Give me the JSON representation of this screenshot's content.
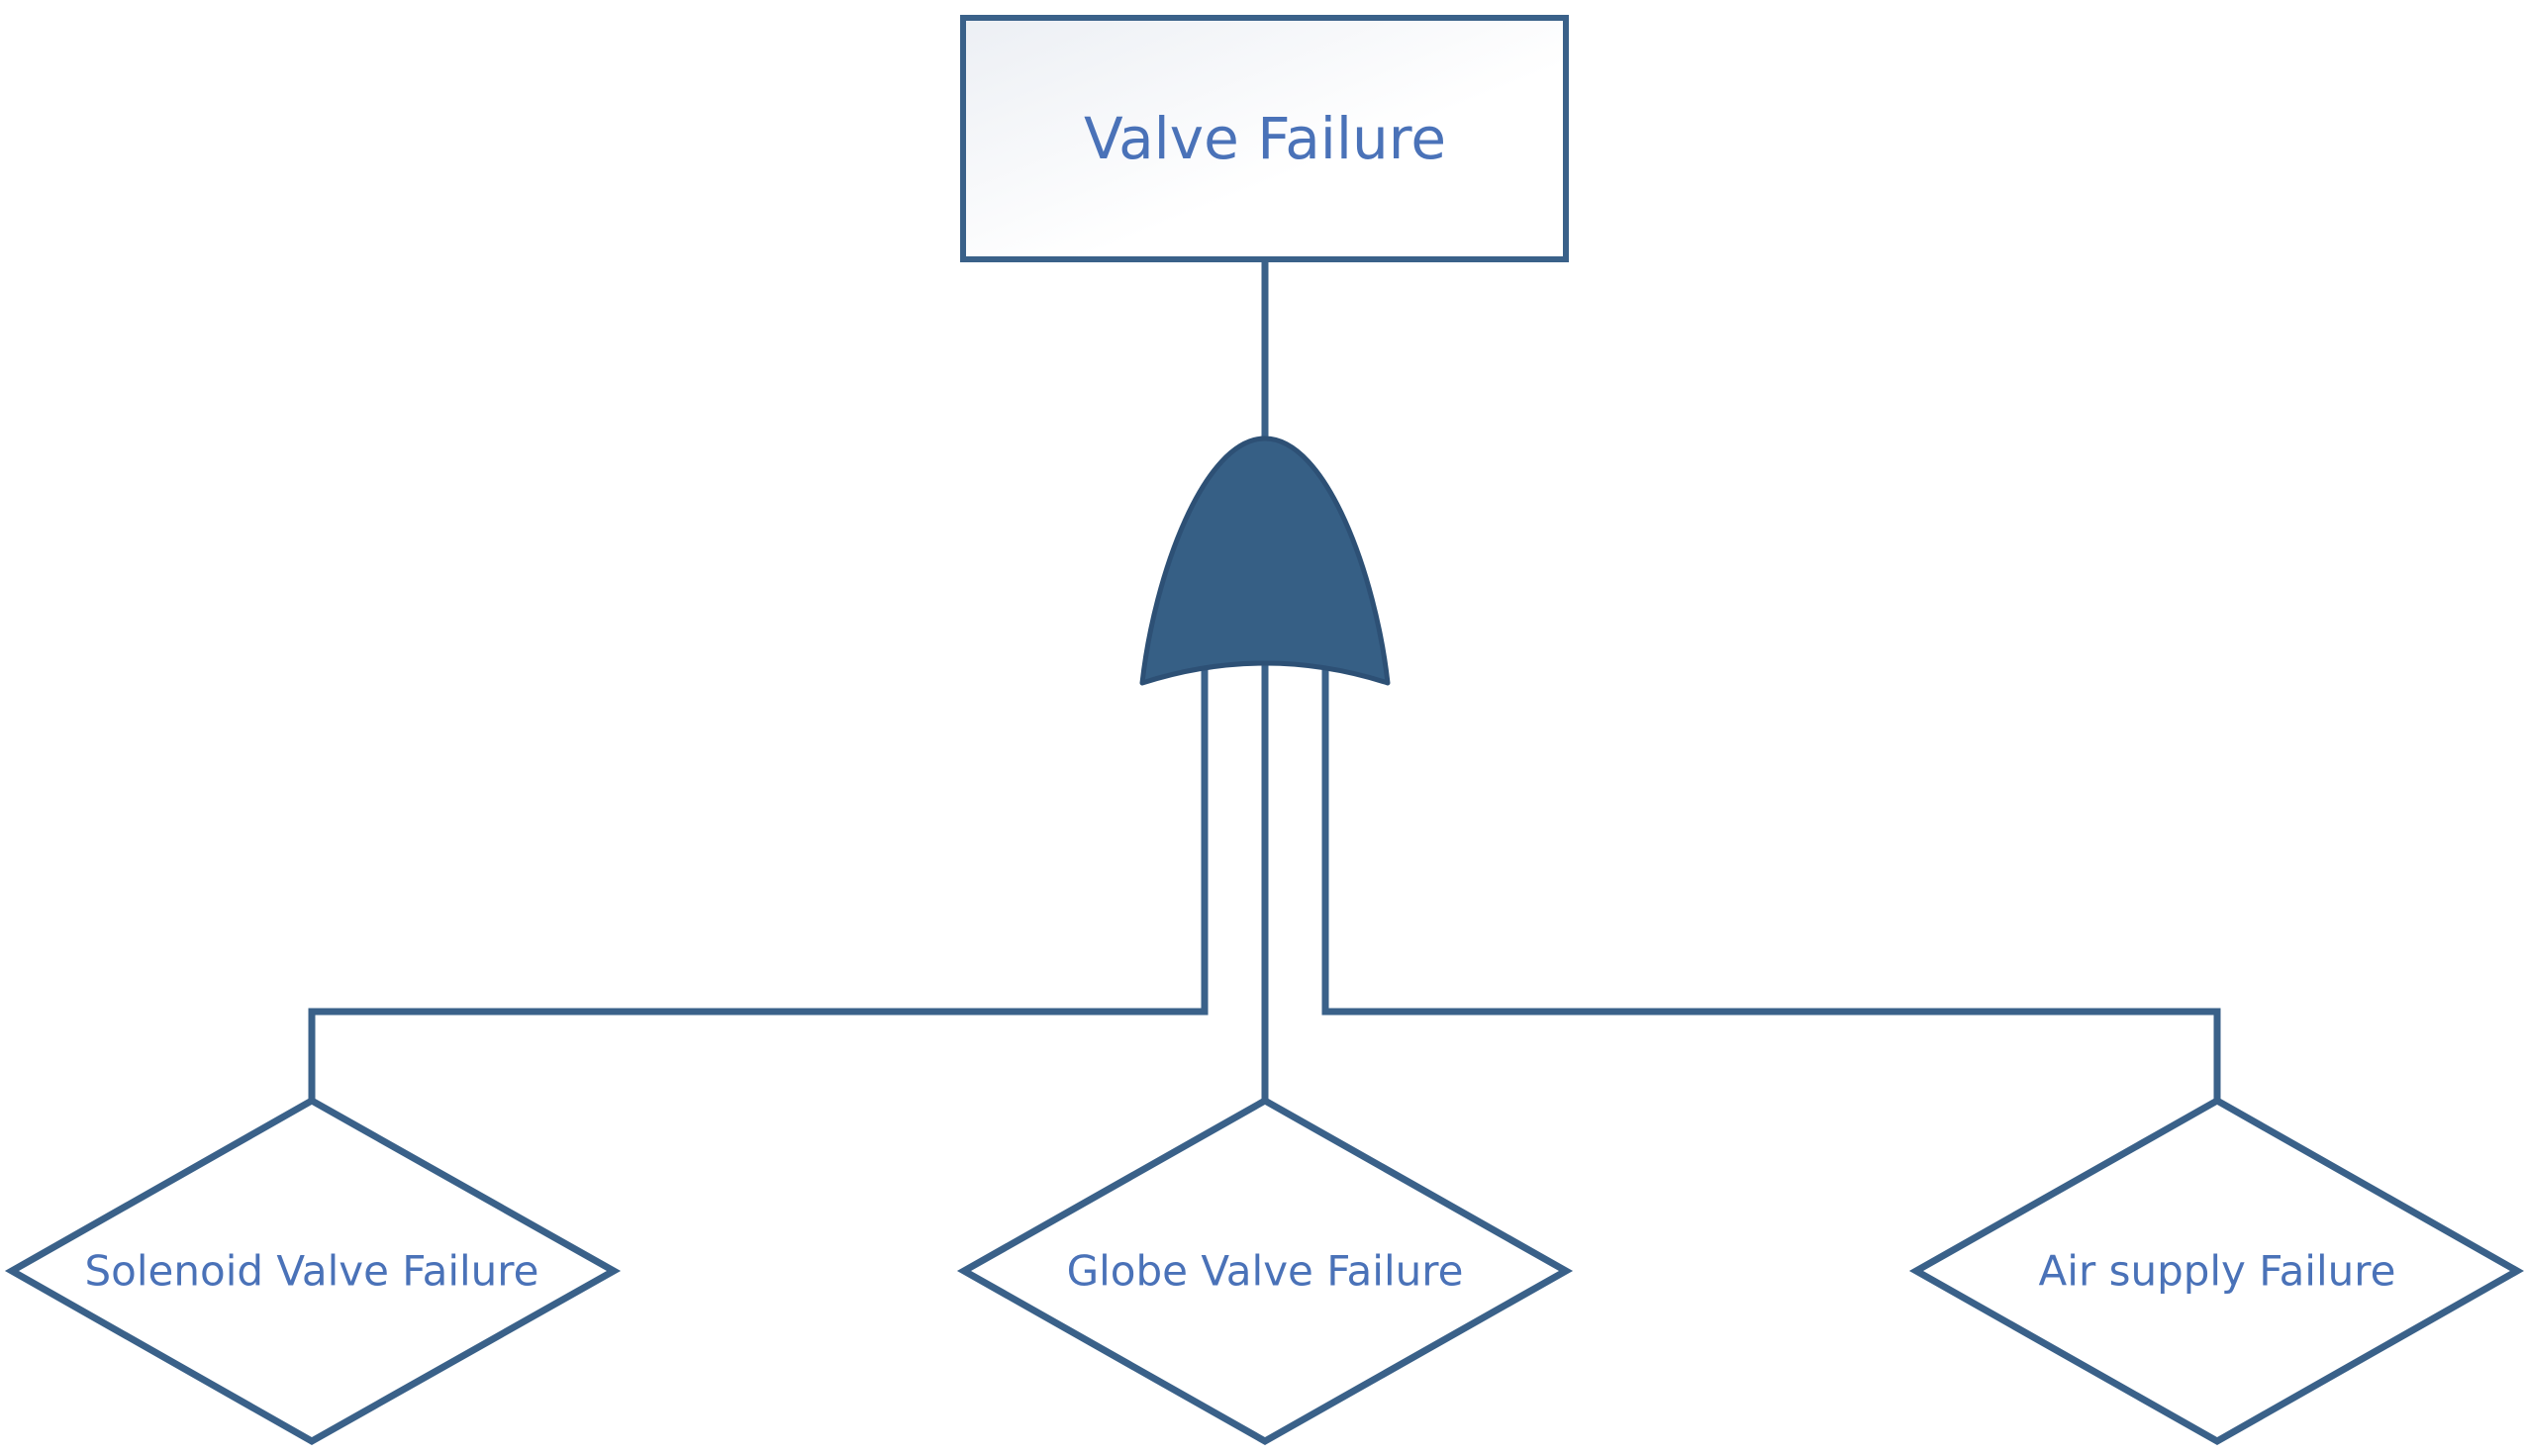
{
  "diagram": {
    "top_event": {
      "label": "Valve Failure"
    },
    "gate": {
      "type": "OR"
    },
    "basic_events": [
      {
        "label": "Solenoid Valve Failure"
      },
      {
        "label": "Globe Valve Failure"
      },
      {
        "label": "Air supply Failure"
      }
    ]
  },
  "colors": {
    "stroke": "#3a6189",
    "gate_fill": "#365f85",
    "label_text": "#4a72b8",
    "box_fill_start": "#eceff4",
    "box_fill_end": "#ffffff"
  }
}
